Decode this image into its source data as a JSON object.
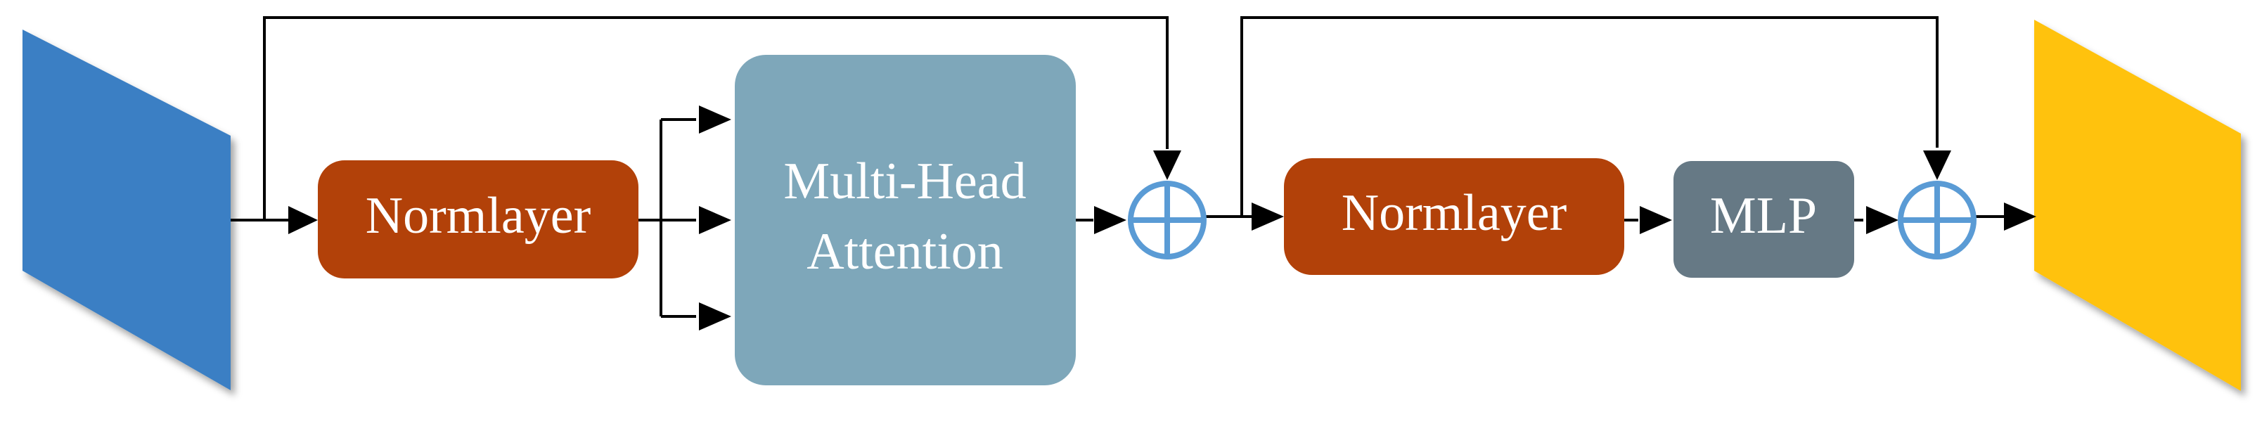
{
  "blocks": {
    "norm1": {
      "label": "Normlayer"
    },
    "attention": {
      "line1": "Multi-Head",
      "line2": "Attention"
    },
    "norm2": {
      "label": "Normlayer"
    },
    "mlp": {
      "label": "MLP"
    }
  },
  "colors": {
    "input_feature": "#3A7FC4",
    "output_feature": "#FFC20E",
    "norm_block": "#B24109",
    "attention_block": "#7EA7BA",
    "mlp_block": "#667985",
    "add_circle": "#5A9BD5"
  }
}
